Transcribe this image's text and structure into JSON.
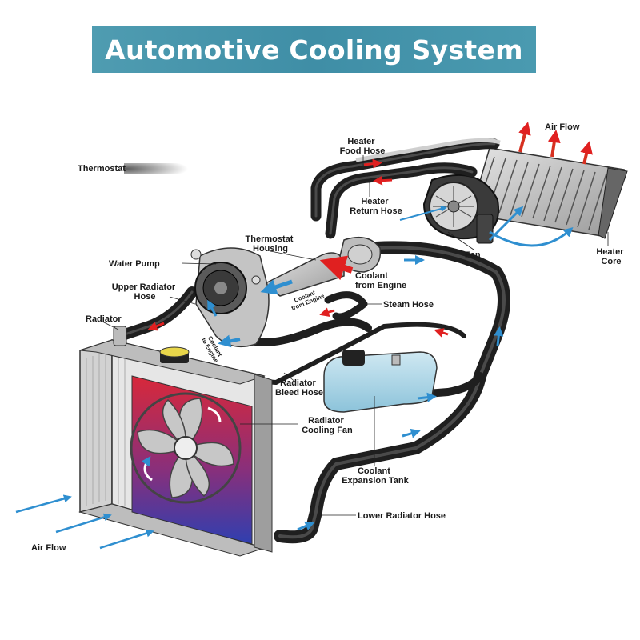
{
  "title": "Automotive Cooling System",
  "labels": {
    "thermostat": "Thermostat",
    "heater_food_hose": [
      "Heater",
      "Food Hose"
    ],
    "air_flow_top": "Air Flow",
    "heater_return_hose": [
      "Heater",
      "Return Hose"
    ],
    "thermostat_housing": [
      "Thermostat",
      "Housing"
    ],
    "water_pump": "Water Pump",
    "fan": "Fan",
    "heater_core": [
      "Heater",
      "Core"
    ],
    "coolant_from_engine": [
      "Coolant",
      "from Engine"
    ],
    "upper_radiator_hose": [
      "Upper Radiator",
      "Hose"
    ],
    "coolant_from_engine_small": [
      "Coolant",
      "from Engine"
    ],
    "steam_hose": "Steam Hose",
    "radiator": "Radiator",
    "coolant_to_engine": [
      "Coolant",
      "to Engine"
    ],
    "radiator_bleed_hose": [
      "Radiator",
      "Bleed Hose"
    ],
    "radiator_cooling_fan": [
      "Radiator",
      "Cooling Fan"
    ],
    "coolant_expansion_tank": [
      "Coolant",
      "Expansion Tank"
    ],
    "lower_radiator_hose": "Lower Radiator Hose",
    "air_flow_bottom": "Air Flow"
  },
  "colors": {
    "banner": "#3f8ea6",
    "hot_arrow": "#e02020",
    "cold_arrow": "#2f8fd0",
    "hose": "#1f1f1f",
    "tank": "#a9d4e6",
    "fan_hot": "#d8283a",
    "fan_cold": "#2f3fb0"
  }
}
